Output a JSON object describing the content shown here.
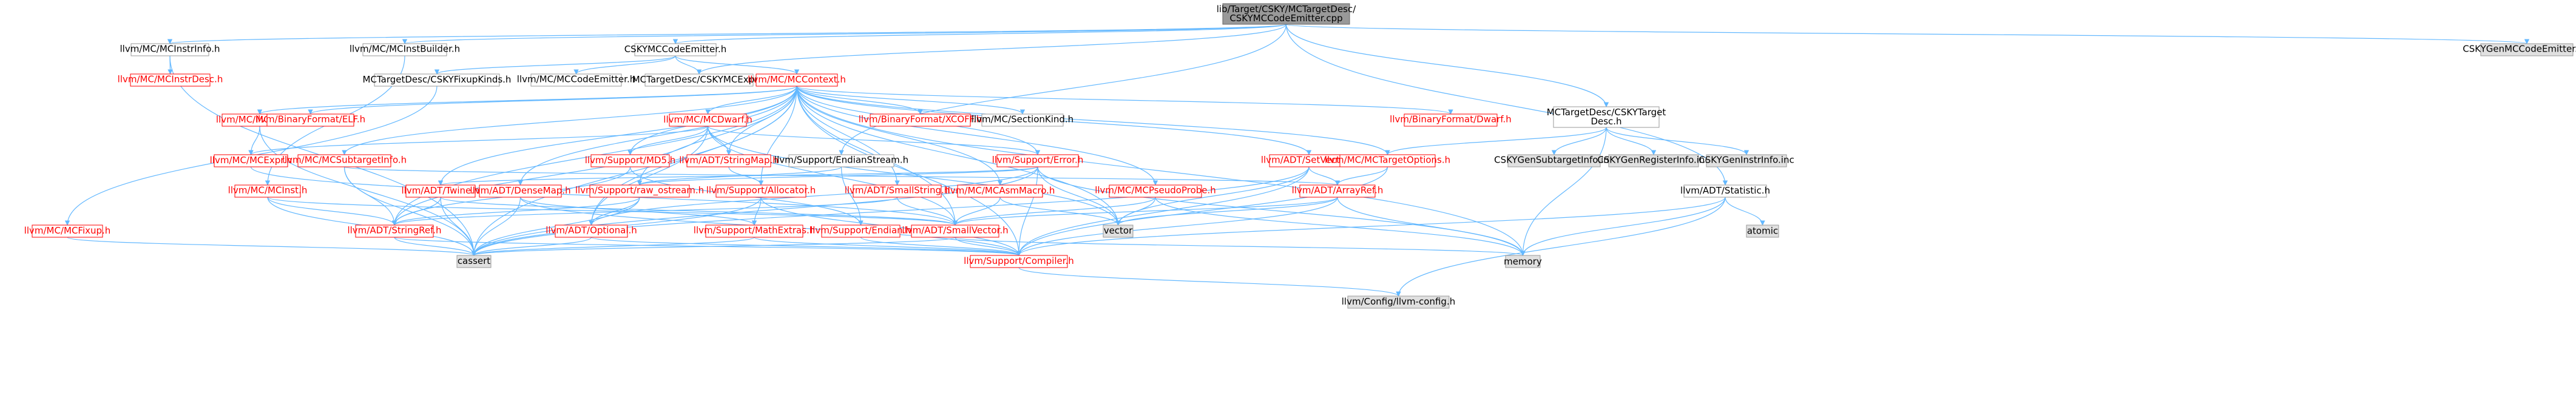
{
  "colors": {
    "edge": "#63b8ff",
    "border_default": "#999999",
    "border_red": "#ff0000",
    "fill_default": "#ffffff",
    "fill_root": "#999999",
    "fill_external": "#e0e0e0",
    "text_default": "#000000",
    "text_red": "#ff0000"
  },
  "nodes": [
    {
      "id": "root",
      "label": "lib/Target/CSKY/MCTargetDesc/CSKYMCCodeEmitter.cpp",
      "kind": "root"
    },
    {
      "id": "mcinstrinfo",
      "label": "llvm/MC/MCInstrInfo.h",
      "kind": "normal"
    },
    {
      "id": "mcinstbuilder",
      "label": "llvm/MC/MCInstBuilder.h",
      "kind": "normal"
    },
    {
      "id": "cskycodeemitter",
      "label": "CSKYMCCodeEmitter.h",
      "kind": "normal"
    },
    {
      "id": "cskygenmccodeemitter",
      "label": "CSKYGenMCCodeEmitter.inc",
      "kind": "external"
    },
    {
      "id": "mcinstrdesc",
      "label": "llvm/MC/MCInstrDesc.h",
      "kind": "red"
    },
    {
      "id": "fixupkinds",
      "label": "MCTargetDesc/CSKYFixupKinds.h",
      "kind": "normal"
    },
    {
      "id": "mccodeemitter",
      "label": "llvm/MC/MCCodeEmitter.h",
      "kind": "normal"
    },
    {
      "id": "cskymcexpr",
      "label": "MCTargetDesc/CSKYMCExpr.h",
      "kind": "normal"
    },
    {
      "id": "mccontext",
      "label": "llvm/MC/MCContext.h",
      "kind": "red"
    },
    {
      "id": "cskytargetdesc",
      "label": "MCTargetDesc/CSKYTarget Desc.h",
      "kind": "normal"
    },
    {
      "id": "mcvalue",
      "label": "llvm/MC/MCValue.h",
      "kind": "red"
    },
    {
      "id": "elfh",
      "label": "llvm/BinaryFormat/ELF.h",
      "kind": "red"
    },
    {
      "id": "mcdwarf",
      "label": "llvm/MC/MCDwarf.h",
      "kind": "red"
    },
    {
      "id": "xcoff",
      "label": "llvm/BinaryFormat/XCOFF.h",
      "kind": "red"
    },
    {
      "id": "sectionkind",
      "label": "llvm/MC/SectionKind.h",
      "kind": "normal"
    },
    {
      "id": "dwarfh",
      "label": "llvm/BinaryFormat/Dwarf.h",
      "kind": "red"
    },
    {
      "id": "mcexpr",
      "label": "llvm/MC/MCExpr.h",
      "kind": "red"
    },
    {
      "id": "subtargetinfo",
      "label": "llvm/MC/MCSubtargetInfo.h",
      "kind": "red"
    },
    {
      "id": "md5",
      "label": "llvm/Support/MD5.h",
      "kind": "red"
    },
    {
      "id": "stringmap",
      "label": "llvm/ADT/StringMap.h",
      "kind": "red"
    },
    {
      "id": "endianstream",
      "label": "llvm/Support/EndianStream.h",
      "kind": "normal"
    },
    {
      "id": "supporterror",
      "label": "llvm/Support/Error.h",
      "kind": "red"
    },
    {
      "id": "setvector",
      "label": "llvm/ADT/SetVector.h",
      "kind": "red"
    },
    {
      "id": "mctargetoptions",
      "label": "llvm/MC/MCTargetOptions.h",
      "kind": "red"
    },
    {
      "id": "subtargetinc",
      "label": "CSKYGenSubtargetInfo.inc",
      "kind": "external"
    },
    {
      "id": "registerinc",
      "label": "CSKYGenRegisterInfo.inc",
      "kind": "external"
    },
    {
      "id": "instrinc",
      "label": "CSKYGenInstrInfo.inc",
      "kind": "external"
    },
    {
      "id": "mcinst",
      "label": "llvm/MC/MCInst.h",
      "kind": "red"
    },
    {
      "id": "twine",
      "label": "llvm/ADT/Twine.h",
      "kind": "red"
    },
    {
      "id": "densemap",
      "label": "llvm/ADT/DenseMap.h",
      "kind": "red"
    },
    {
      "id": "rawostream",
      "label": "llvm/Support/raw_ostream.h",
      "kind": "red"
    },
    {
      "id": "allocator",
      "label": "llvm/Support/Allocator.h",
      "kind": "red"
    },
    {
      "id": "smallstring",
      "label": "llvm/ADT/SmallString.h",
      "kind": "red"
    },
    {
      "id": "mcasmmacro",
      "label": "llvm/MC/MCAsmMacro.h",
      "kind": "red"
    },
    {
      "id": "pseudoprobe",
      "label": "llvm/MC/MCPseudoProbe.h",
      "kind": "red"
    },
    {
      "id": "arrayref",
      "label": "llvm/ADT/ArrayRef.h",
      "kind": "red"
    },
    {
      "id": "statistic",
      "label": "llvm/ADT/Statistic.h",
      "kind": "normal"
    },
    {
      "id": "mcfixup",
      "label": "llvm/MC/MCFixup.h",
      "kind": "red"
    },
    {
      "id": "stringref",
      "label": "llvm/ADT/StringRef.h",
      "kind": "red"
    },
    {
      "id": "optional",
      "label": "llvm/ADT/Optional.h",
      "kind": "red"
    },
    {
      "id": "mathextras",
      "label": "llvm/Support/MathExtras.h",
      "kind": "red"
    },
    {
      "id": "endian",
      "label": "llvm/Support/Endian.h",
      "kind": "red"
    },
    {
      "id": "smallvector",
      "label": "llvm/ADT/SmallVector.h",
      "kind": "red"
    },
    {
      "id": "vector",
      "label": "vector",
      "kind": "external"
    },
    {
      "id": "atomic",
      "label": "atomic",
      "kind": "external"
    },
    {
      "id": "cassert",
      "label": "cassert",
      "kind": "external"
    },
    {
      "id": "memory",
      "label": "memory",
      "kind": "external"
    },
    {
      "id": "compiler",
      "label": "llvm/Support/Compiler.h",
      "kind": "red"
    },
    {
      "id": "llvmconfig",
      "label": "llvm/Config/llvm-config.h",
      "kind": "external"
    }
  ],
  "edges": [
    [
      "root",
      "mcinstrinfo"
    ],
    [
      "root",
      "mcinstbuilder"
    ],
    [
      "root",
      "cskycodeemitter"
    ],
    [
      "root",
      "cskygenmccodeemitter"
    ],
    [
      "root",
      "cskymcexpr"
    ],
    [
      "root",
      "cskytargetdesc"
    ],
    [
      "root",
      "endianstream"
    ],
    [
      "root",
      "statistic"
    ],
    [
      "mcinstrinfo",
      "mcinstrdesc"
    ],
    [
      "mcinstrinfo",
      "cassert"
    ],
    [
      "mcinstbuilder",
      "mcinst"
    ],
    [
      "cskycodeemitter",
      "fixupkinds"
    ],
    [
      "cskycodeemitter",
      "mccodeemitter"
    ],
    [
      "cskycodeemitter",
      "cskymcexpr"
    ],
    [
      "cskycodeemitter",
      "mccontext"
    ],
    [
      "fixupkinds",
      "mcfixup"
    ],
    [
      "mccontext",
      "mcvalue"
    ],
    [
      "mccontext",
      "elfh"
    ],
    [
      "mccontext",
      "mcdwarf"
    ],
    [
      "mccontext",
      "xcoff"
    ],
    [
      "mccontext",
      "sectionkind"
    ],
    [
      "mccontext",
      "dwarfh"
    ],
    [
      "mccontext",
      "subtargetinfo"
    ],
    [
      "mccontext",
      "md5"
    ],
    [
      "mccontext",
      "stringmap"
    ],
    [
      "mccontext",
      "supporterror"
    ],
    [
      "mccontext",
      "setvector"
    ],
    [
      "mccontext",
      "mctargetoptions"
    ],
    [
      "mccontext",
      "twine"
    ],
    [
      "mccontext",
      "densemap"
    ],
    [
      "mccontext",
      "rawostream"
    ],
    [
      "mccontext",
      "allocator"
    ],
    [
      "mccontext",
      "smallstring"
    ],
    [
      "mccontext",
      "mcasmmacro"
    ],
    [
      "mccontext",
      "pseudoprobe"
    ],
    [
      "mccontext",
      "stringref"
    ],
    [
      "mccontext",
      "optional"
    ],
    [
      "mccontext",
      "smallvector"
    ],
    [
      "mccontext",
      "vector"
    ],
    [
      "mccontext",
      "cassert"
    ],
    [
      "mccontext",
      "memory"
    ],
    [
      "mccontext",
      "compiler"
    ],
    [
      "mcvalue",
      "mcexpr"
    ],
    [
      "mcvalue",
      "cassert"
    ],
    [
      "mcdwarf",
      "mcexpr"
    ],
    [
      "mcdwarf",
      "md5"
    ],
    [
      "mcdwarf",
      "stringmap"
    ],
    [
      "mcdwarf",
      "stringref"
    ],
    [
      "mcdwarf",
      "optional"
    ],
    [
      "mcdwarf",
      "supporterror"
    ],
    [
      "mcdwarf",
      "vector"
    ],
    [
      "mcdwarf",
      "smallvector"
    ],
    [
      "mcexpr",
      "smallvector"
    ],
    [
      "subtargetinfo",
      "stringref"
    ],
    [
      "subtargetinfo",
      "arrayref"
    ],
    [
      "subtargetinfo",
      "cassert"
    ],
    [
      "md5",
      "endian"
    ],
    [
      "md5",
      "stringref"
    ],
    [
      "stringmap",
      "allocator"
    ],
    [
      "endianstream",
      "endian"
    ],
    [
      "endianstream",
      "rawostream"
    ],
    [
      "supporterror",
      "rawostream"
    ],
    [
      "supporterror",
      "optional"
    ],
    [
      "supporterror",
      "compiler"
    ],
    [
      "supporterror",
      "cassert"
    ],
    [
      "supporterror",
      "memory"
    ],
    [
      "supporterror",
      "vector"
    ],
    [
      "supporterror",
      "twine"
    ],
    [
      "setvector",
      "arrayref"
    ],
    [
      "setvector",
      "vector"
    ],
    [
      "setvector",
      "compiler"
    ],
    [
      "setvector",
      "cassert"
    ],
    [
      "mctargetoptions",
      "arrayref"
    ],
    [
      "mctargetoptions",
      "compiler"
    ],
    [
      "cskytargetdesc",
      "subtargetinc"
    ],
    [
      "cskytargetdesc",
      "registerinc"
    ],
    [
      "cskytargetdesc",
      "instrinc"
    ],
    [
      "cskytargetdesc",
      "mctargetoptions"
    ],
    [
      "cskytargetdesc",
      "memory"
    ],
    [
      "mcinst",
      "smallvector"
    ],
    [
      "mcinst",
      "stringref"
    ],
    [
      "mcinst",
      "cassert"
    ],
    [
      "twine",
      "stringref"
    ],
    [
      "twine",
      "smallvector"
    ],
    [
      "twine",
      "cassert"
    ],
    [
      "densemap",
      "mathextras"
    ],
    [
      "densemap",
      "compiler"
    ],
    [
      "densemap",
      "cassert"
    ],
    [
      "rawostream",
      "stringref"
    ],
    [
      "rawostream",
      "optional"
    ],
    [
      "rawostream",
      "cassert"
    ],
    [
      "allocator",
      "mathextras"
    ],
    [
      "allocator",
      "compiler"
    ],
    [
      "allocator",
      "cassert"
    ],
    [
      "smallstring",
      "stringref"
    ],
    [
      "smallstring",
      "smallvector"
    ],
    [
      "mcasmmacro",
      "smallvector"
    ],
    [
      "mcasmmacro",
      "vector"
    ],
    [
      "pseudoprobe",
      "smallvector"
    ],
    [
      "pseudoprobe",
      "vector"
    ],
    [
      "pseudoprobe",
      "memory"
    ],
    [
      "arrayref",
      "smallvector"
    ],
    [
      "arrayref",
      "compiler"
    ],
    [
      "arrayref",
      "memory"
    ],
    [
      "arrayref",
      "vector"
    ],
    [
      "statistic",
      "compiler"
    ],
    [
      "statistic",
      "atomic"
    ],
    [
      "statistic",
      "memory"
    ],
    [
      "statistic",
      "llvmconfig"
    ],
    [
      "mcfixup",
      "cassert"
    ],
    [
      "stringref",
      "compiler"
    ],
    [
      "stringref",
      "cassert"
    ],
    [
      "optional",
      "compiler"
    ],
    [
      "optional",
      "cassert"
    ],
    [
      "mathextras",
      "compiler"
    ],
    [
      "mathextras",
      "cassert"
    ],
    [
      "endian",
      "compiler"
    ],
    [
      "smallvector",
      "compiler"
    ],
    [
      "smallvector",
      "memory"
    ],
    [
      "smallvector",
      "cassert"
    ],
    [
      "compiler",
      "llvmconfig"
    ]
  ]
}
